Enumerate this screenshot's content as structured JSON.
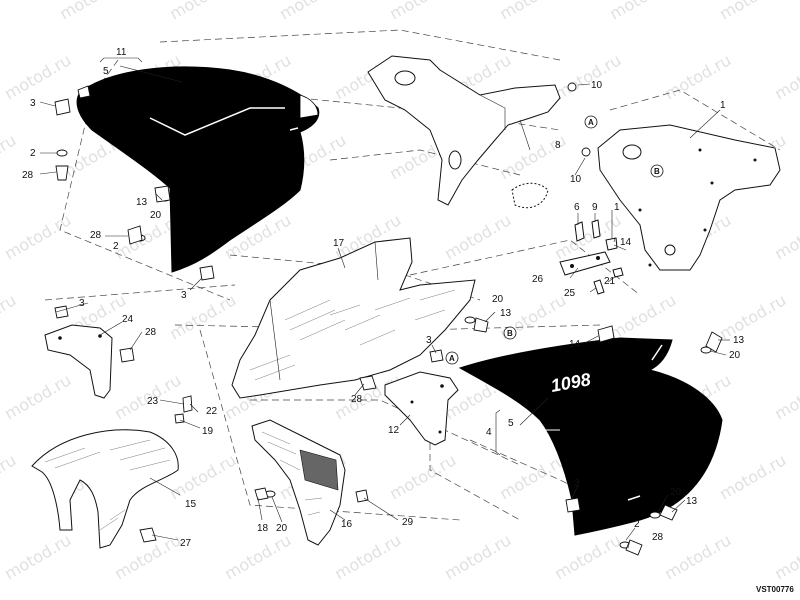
{
  "watermark": {
    "text": "motod.ru",
    "color": "#c7c7c7"
  },
  "drawing_code": "VST00776",
  "model_badge": "1098",
  "colors": {
    "panel": "#000000",
    "line": "#111111",
    "background": "#ffffff"
  },
  "callouts": {
    "c1a": "1",
    "c1b": "1",
    "c2a": "2",
    "c2b": "2",
    "c2c": "2",
    "c3a": "3",
    "c3b": "3",
    "c3c": "3",
    "c3d": "3",
    "c3e": "3",
    "c4": "4",
    "c5a": "5",
    "c5b": "5",
    "c6": "6",
    "c8": "8",
    "c9": "9",
    "c10a": "10",
    "c10b": "10",
    "c11": "11",
    "c12": "12",
    "c13a": "13",
    "c13b": "13",
    "c13c": "13",
    "c13d": "13",
    "c14a": "14",
    "c14b": "14",
    "c15": "15",
    "c16": "16",
    "c17": "17",
    "c18": "18",
    "c19": "19",
    "c20a": "20",
    "c20b": "20",
    "c20c": "20",
    "c20d": "20",
    "c20e": "20",
    "c21": "21",
    "c22": "22",
    "c23": "23",
    "c24": "24",
    "c25": "25",
    "c26": "26",
    "c27": "27",
    "c28a": "28",
    "c28b": "28",
    "c28c": "28",
    "c28d": "28",
    "c28e": "28",
    "c29": "29"
  },
  "reference_marks": {
    "A1": "A",
    "A2": "A",
    "B1": "B",
    "B2": "B"
  }
}
